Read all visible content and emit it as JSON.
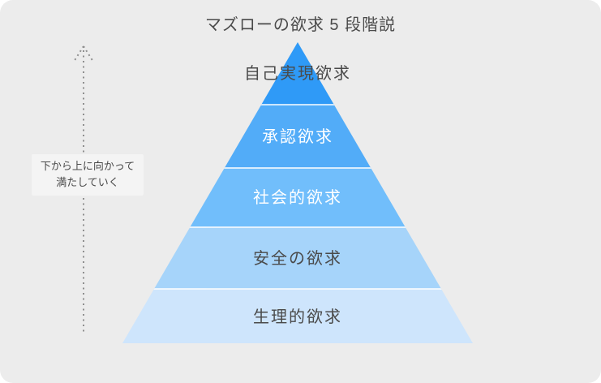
{
  "title": "マズローの欲求 5 段階説",
  "annotation": {
    "line1": "下から上に向かって",
    "line2": "満たしていく"
  },
  "arrow": {
    "direction": "up",
    "style": "dotted",
    "color": "#8F8F8F"
  },
  "colors": {
    "card_background": "#ECECEC",
    "divider": "#FFFFFF",
    "title_text": "#4A4A4A",
    "annotation_background": "#F4F4F4"
  },
  "pyramid": {
    "levels": [
      {
        "label": "自己実現欲求",
        "color": "#2F9AF7",
        "text_color": "#4A4A4A"
      },
      {
        "label": "承認欲求",
        "color": "#52ACF8",
        "text_color": "#FFFFFF"
      },
      {
        "label": "社会的欲求",
        "color": "#71BEFB",
        "text_color": "#FFFFFF"
      },
      {
        "label": "安全の欲求",
        "color": "#A6D4FA",
        "text_color": "#4A4A4A"
      },
      {
        "label": "生理的欲求",
        "color": "#CEE5FC",
        "text_color": "#4A4A4A"
      }
    ]
  }
}
